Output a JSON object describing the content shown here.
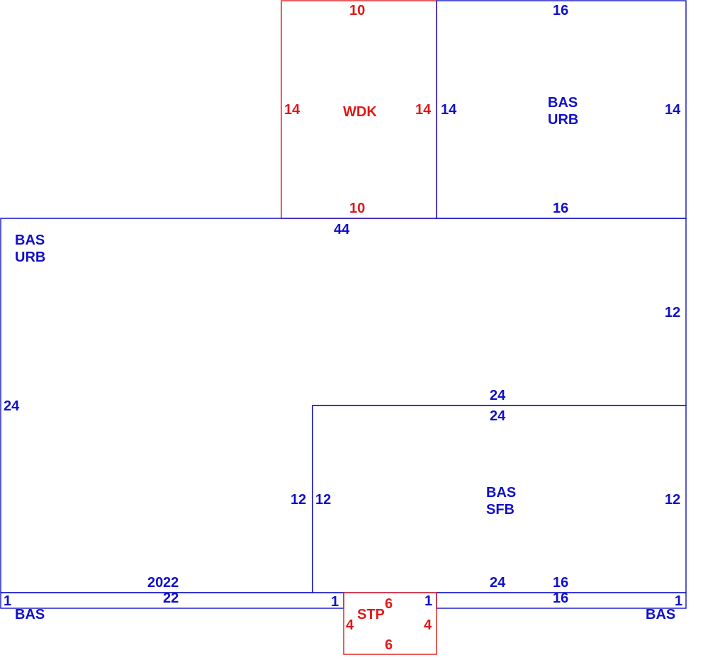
{
  "colors": {
    "living": "#1010c8",
    "other": "#e01818",
    "background": "#ffffff"
  },
  "areas": {
    "wdk": {
      "code": "WDK",
      "top": "10",
      "bottom": "10",
      "left": "14",
      "right": "14"
    },
    "bas_urb_upper": {
      "code1": "BAS",
      "code2": "URB",
      "top": "16",
      "bottom": "16",
      "left": "14",
      "right": "14"
    },
    "bas_urb_main": {
      "code1": "BAS",
      "code2": "URB",
      "top": "44",
      "left": "24",
      "right": "12",
      "step_top": "24",
      "step_left": "12",
      "bottom": "20"
    },
    "bas_sfb": {
      "code1": "BAS",
      "code2": "SFB",
      "top": "24",
      "left": "12",
      "right": "12",
      "bottom": "24"
    },
    "bas_strip_left": {
      "code": "BAS",
      "top": "22",
      "bottom": "22",
      "left": "1",
      "right": "1"
    },
    "bas_strip_right": {
      "code": "BAS",
      "top": "16",
      "bottom": "16",
      "left": "1",
      "right": "1"
    },
    "stp": {
      "code": "STP",
      "top": "6",
      "bottom": "6",
      "left": "4",
      "right": "4"
    }
  }
}
